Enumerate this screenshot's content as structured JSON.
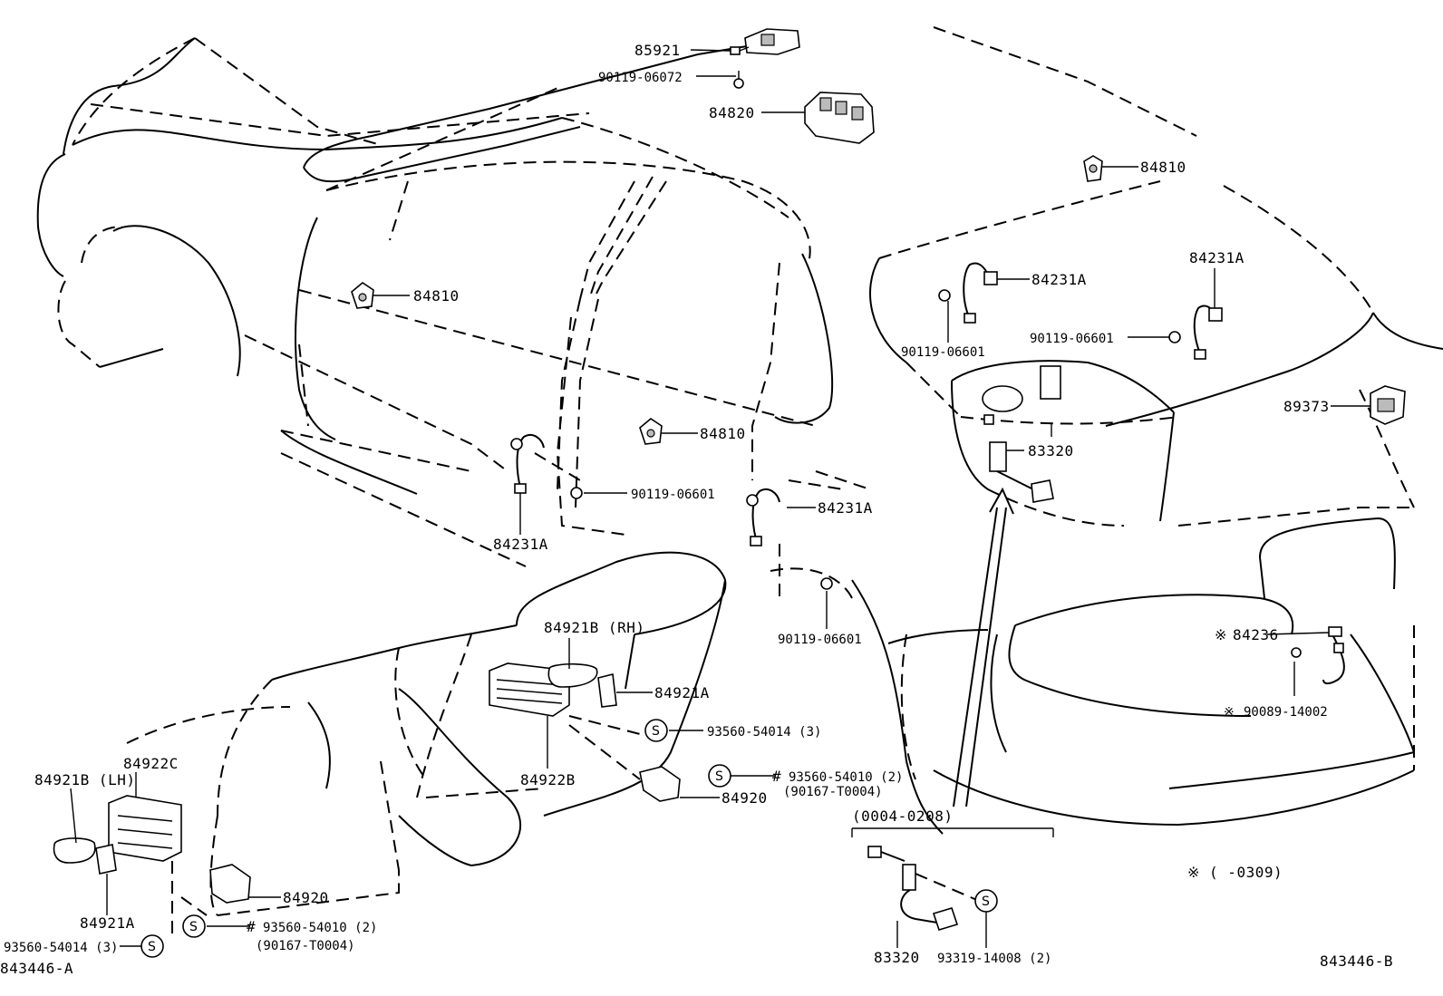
{
  "labels": {
    "p85921": "85921",
    "p90119_06072": "90119-06072",
    "p84820": "84820",
    "p84810_top": "84810",
    "p84810_left": "84810",
    "p84810_mid": "84810",
    "p84231A_right1": "84231A",
    "p84231A_right2": "84231A",
    "p90119_06601_r1": "90119-06601",
    "p90119_06601_r2": "90119-06601",
    "p89373": "89373",
    "p83320_upper": "83320",
    "p90119_06601_mid": "90119-06601",
    "p84231A_left": "84231A",
    "p84231A_mid": "84231A",
    "p90119_06601_low": "90119-06601",
    "p84236": "84236",
    "p90089_14002": "90089-14002",
    "p84921B_RH": "84921B (RH)",
    "p84921A_right": "84921A",
    "p93560_54014_right": "93560-54014 (3)",
    "p84922B": "84922B",
    "p93560_54010_right": "93560-54010 (2)",
    "p90167_T0004_right": "(90167-T0004)",
    "p84920_right": "84920",
    "p84922C": "84922C",
    "p84921B_LH": "84921B (LH)",
    "p84921A_left": "84921A",
    "p84920_left": "84920",
    "p93560_54010_left": "93560-54010 (2)",
    "p90167_T0004_left": "(90167-T0004)",
    "p93560_54014_left": "93560-54014 (3)",
    "ref_A": "843446-A",
    "date_range": "(0004-0208)",
    "p83320_lower": "83320",
    "p93319_14008": "93319-14008 (2)",
    "note": "※ (      -0309)",
    "ref_B": "843446-B"
  },
  "marks": {
    "asterisk": "※",
    "hash": "#",
    "circle_s": "S"
  }
}
